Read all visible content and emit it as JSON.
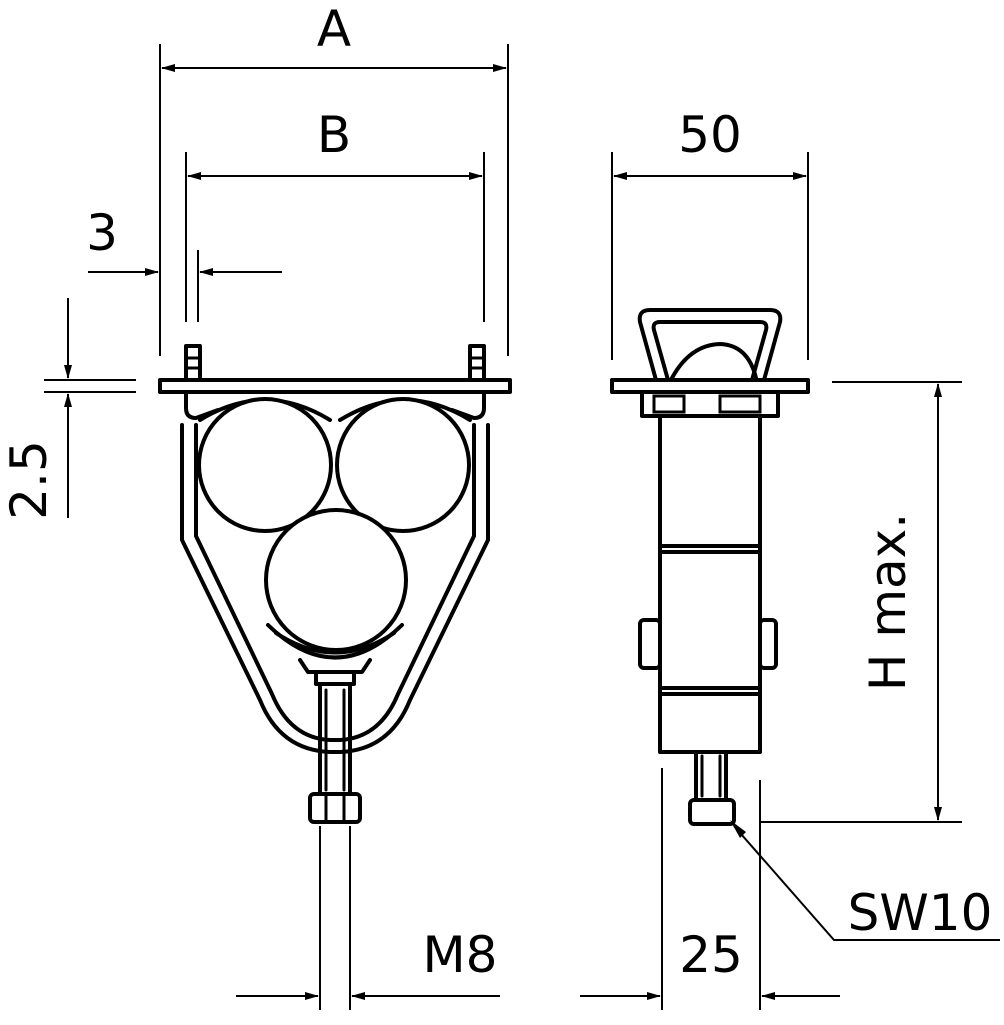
{
  "labels": {
    "dim_a": "A",
    "dim_b": "B",
    "dim_3": "3",
    "dim_2_5": "2.5",
    "dim_50": "50",
    "dim_h_max": "H max.",
    "dim_m8": "M8",
    "dim_25": "25",
    "dim_sw10": "SW10"
  }
}
